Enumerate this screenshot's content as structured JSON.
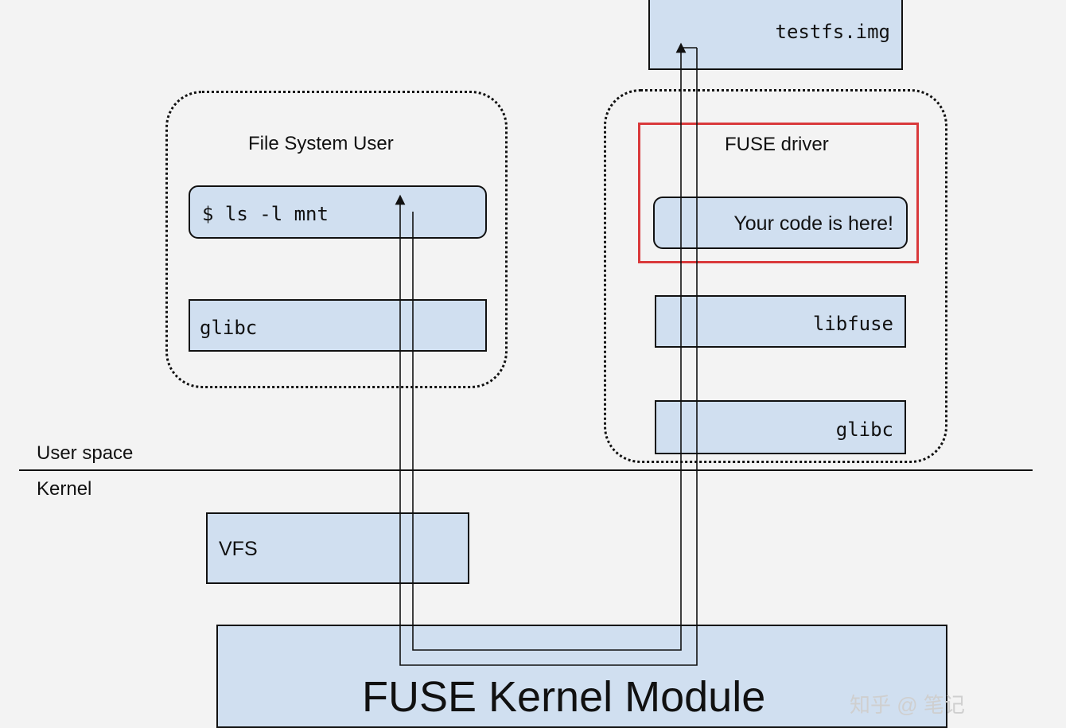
{
  "diagram": {
    "labels": {
      "fs_user_title": "File System User",
      "fuse_driver_title": "FUSE driver",
      "user_space": "User space",
      "kernel": "Kernel"
    },
    "boxes": {
      "testfs_img": "testfs.img",
      "ls_command": "$ ls -l mnt",
      "glibc_user": "glibc",
      "your_code": "Your code is here!",
      "libfuse": "libfuse",
      "glibc_driver": "glibc",
      "vfs": "VFS",
      "fuse_kernel_module": "FUSE Kernel Module"
    },
    "watermark": "知乎 @ 笔记",
    "colors": {
      "box_fill": "#d0dff0",
      "highlight_frame": "#d9393b",
      "background": "#f3f3f3"
    }
  }
}
